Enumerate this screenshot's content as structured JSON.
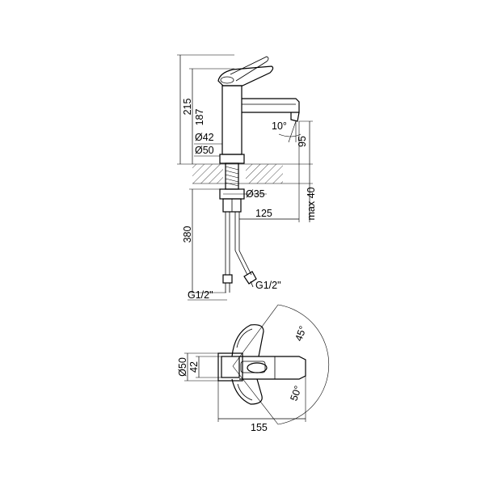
{
  "side_view": {
    "dim_215": "215",
    "dim_187": "187",
    "dim_10deg": "10°",
    "dim_95": "95",
    "dim_d42": "Ø42",
    "dim_d50": "Ø50",
    "dim_d35": "Ø35",
    "dim_125": "125",
    "dim_max40": "max 40",
    "dim_380": "380",
    "thread_left": "G1/2\"",
    "thread_right": "G1/2\""
  },
  "top_view": {
    "dim_d50": "Ø50",
    "dim_42": "42",
    "dim_45deg": "45°",
    "dim_50deg": "50°",
    "dim_155": "155"
  }
}
